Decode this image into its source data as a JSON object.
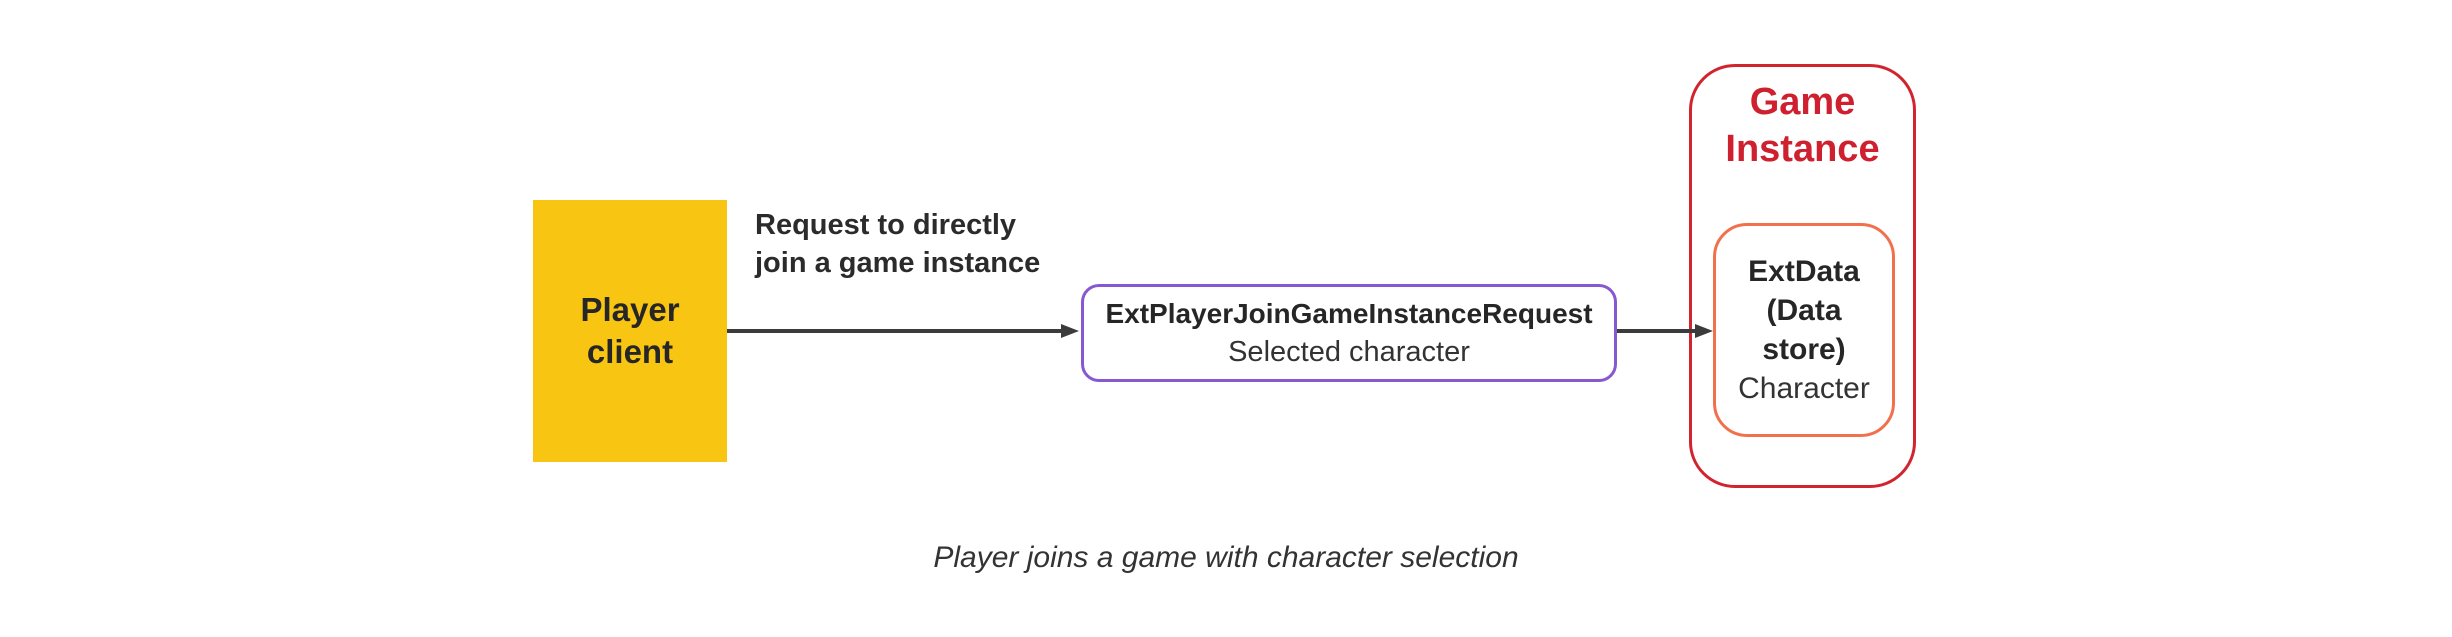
{
  "colors": {
    "background": "#FFFFFF",
    "player_fill": "#F9C513",
    "node_text": "#262626",
    "secondary_text": "#333333",
    "label_text": "#2B2B2B",
    "request_border": "#8659D1",
    "game_border": "#D2242E",
    "game_title_text": "#CE202E",
    "extdata_border": "#F2714D",
    "arrow": "#3B3B3B"
  },
  "nodes": {
    "player_client": {
      "label": "Player client"
    },
    "request_box": {
      "title": "ExtPlayerJoinGameInstanceRequest",
      "subtitle": "Selected character"
    },
    "game_instance": {
      "title": "Game Instance",
      "ext_data": {
        "label": "ExtData (Data store)",
        "sublabel": "Character"
      }
    }
  },
  "labels": {
    "request": "Request to directly join a game instance",
    "caption": "Player joins a game with character selection"
  }
}
